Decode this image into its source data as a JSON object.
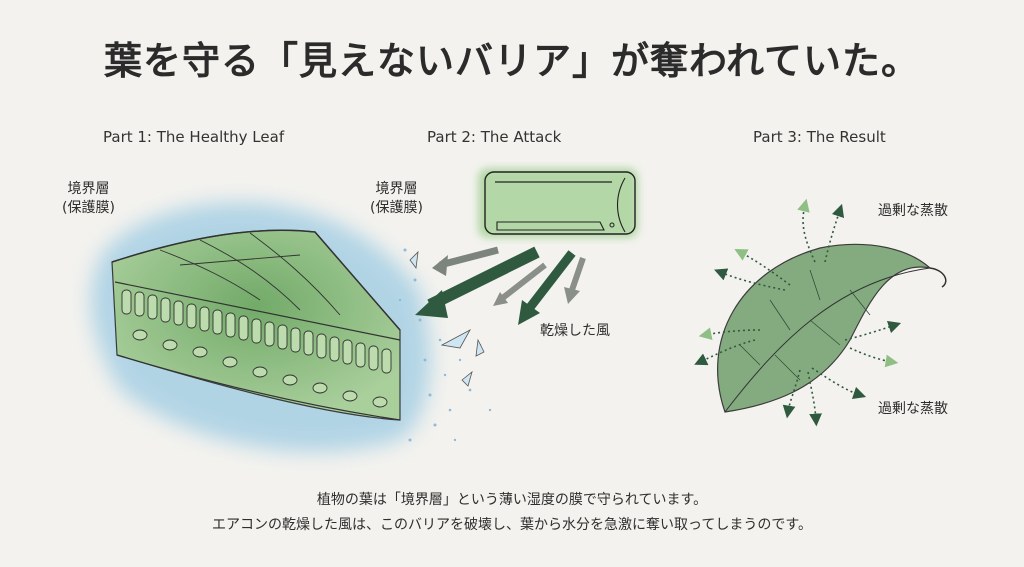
{
  "title": "葉を守る「見えないバリア」が奪われていた。",
  "parts": [
    {
      "heading": "Part 1: The Healthy Leaf",
      "labels": {
        "boundary_layer_line1": "境界層",
        "boundary_layer_line2": "(保護膜)"
      },
      "illustration": "leaf-cross-section-with-blue-boundary-layer"
    },
    {
      "heading": "Part 2: The Attack",
      "labels": {
        "boundary_layer_line1": "境界層",
        "boundary_layer_line2": "(保護膜)",
        "dry_wind": "乾燥した風"
      },
      "illustration": "air-conditioner-blowing-dry-wind"
    },
    {
      "heading": "Part 3: The Result",
      "labels": {
        "excess_transpiration_top": "過剰な蒸散",
        "excess_transpiration_bottom": "過剰な蒸散"
      },
      "illustration": "leaf-losing-moisture-arrows"
    }
  ],
  "caption": {
    "line1": "植物の葉は「境界層」という薄い湿度の膜で守られています。",
    "line2": "エアコンの乾燥した風は、このバリアを破壊し、葉から水分を急激に奪い取ってしまうのです。"
  },
  "colors": {
    "background": "#f3f2ee",
    "leaf_green": "#7fb56f",
    "dark_green": "#2f5a40",
    "boundary_blue": "#9ccbe3",
    "gray_arrow": "#8a8f8a"
  }
}
